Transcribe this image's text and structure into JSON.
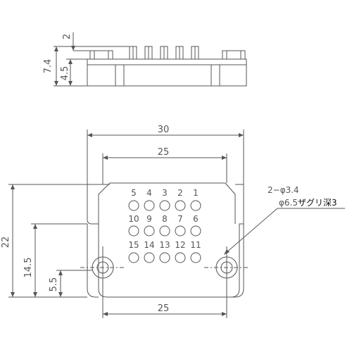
{
  "side_view": {
    "dim_top": "2",
    "dim_total": "7.4",
    "dim_body": "4.5"
  },
  "front_view": {
    "dim_overall_width": "30",
    "dim_inner_width": "25",
    "dim_mount_width": "25",
    "dim_height_22": "22",
    "dim_height_14_5": "14.5",
    "dim_height_5_5": "5.5",
    "pin_rows": [
      [
        "5",
        "4",
        "3",
        "2",
        "1"
      ],
      [
        "10",
        "9",
        "8",
        "7",
        "6"
      ],
      [
        "15",
        "14",
        "13",
        "12",
        "11"
      ]
    ],
    "note_line1": "2−φ3.4",
    "note_line2_prefix": "φ6.5",
    "note_line2_suffix": "ザグリ深3"
  }
}
